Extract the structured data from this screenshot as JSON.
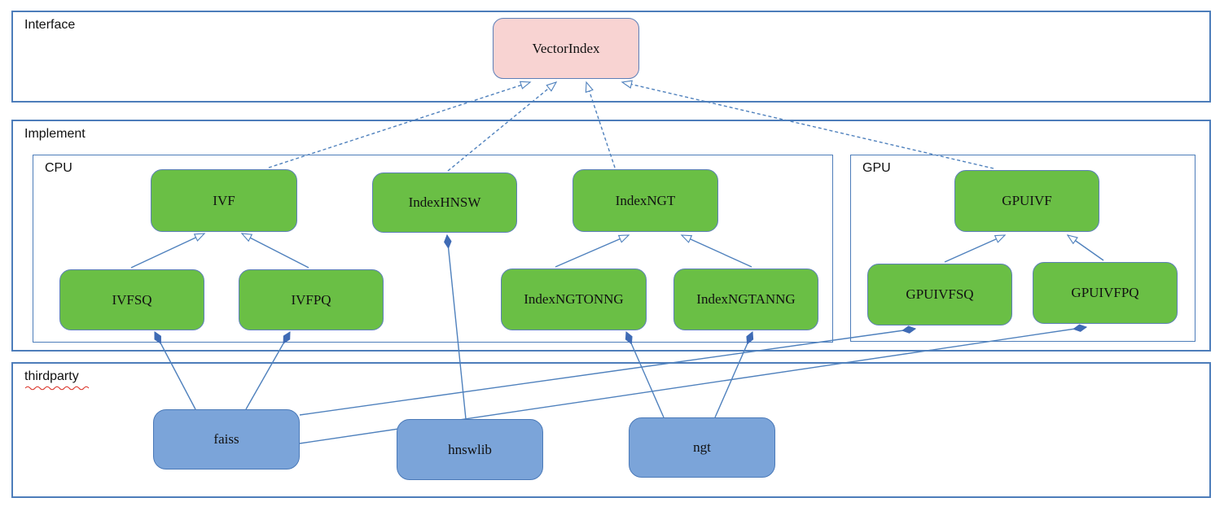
{
  "diagram": {
    "title": "VectorIndex architecture diagram",
    "containers": {
      "interface": {
        "label": "Interface"
      },
      "implement": {
        "label": "Implement"
      },
      "cpu": {
        "label": "CPU"
      },
      "gpu": {
        "label": "GPU"
      },
      "thirdparty": {
        "label": "thirdparty",
        "spellcheck_underline": true
      }
    },
    "nodes": {
      "VectorIndex": {
        "label": "VectorIndex",
        "kind": "interface"
      },
      "IVF": {
        "label": "IVF",
        "kind": "class"
      },
      "IndexHNSW": {
        "label": "IndexHNSW",
        "kind": "class"
      },
      "IndexNGT": {
        "label": "IndexNGT",
        "kind": "class"
      },
      "IVFSQ": {
        "label": "IVFSQ",
        "kind": "class"
      },
      "IVFPQ": {
        "label": "IVFPQ",
        "kind": "class"
      },
      "IndexNGTONNG": {
        "label": "IndexNGTONNG",
        "kind": "class"
      },
      "IndexNGTANNG": {
        "label": "IndexNGTANNG",
        "kind": "class"
      },
      "GPUIVF": {
        "label": "GPUIVF",
        "kind": "class"
      },
      "GPUIVFSQ": {
        "label": "GPUIVFSQ",
        "kind": "class"
      },
      "GPUIVFPQ": {
        "label": "GPUIVFPQ",
        "kind": "class"
      },
      "faiss": {
        "label": "faiss",
        "kind": "thirdparty"
      },
      "hnswlib": {
        "label": "hnswlib",
        "kind": "thirdparty"
      },
      "ngt": {
        "label": "ngt",
        "kind": "thirdparty"
      }
    },
    "edges": [
      {
        "from": "IVF",
        "to": "VectorIndex",
        "type": "realization"
      },
      {
        "from": "IndexHNSW",
        "to": "VectorIndex",
        "type": "realization"
      },
      {
        "from": "IndexNGT",
        "to": "VectorIndex",
        "type": "realization"
      },
      {
        "from": "GPUIVF",
        "to": "VectorIndex",
        "type": "realization"
      },
      {
        "from": "IVFSQ",
        "to": "IVF",
        "type": "generalization"
      },
      {
        "from": "IVFPQ",
        "to": "IVF",
        "type": "generalization"
      },
      {
        "from": "IndexNGTONNG",
        "to": "IndexNGT",
        "type": "generalization"
      },
      {
        "from": "IndexNGTANNG",
        "to": "IndexNGT",
        "type": "generalization"
      },
      {
        "from": "GPUIVFSQ",
        "to": "GPUIVF",
        "type": "generalization"
      },
      {
        "from": "GPUIVFPQ",
        "to": "GPUIVF",
        "type": "generalization"
      },
      {
        "from": "hnswlib",
        "to": "IndexHNSW",
        "type": "composition"
      },
      {
        "from": "faiss",
        "to": "IVFSQ",
        "type": "composition"
      },
      {
        "from": "faiss",
        "to": "IVFPQ",
        "type": "composition"
      },
      {
        "from": "ngt",
        "to": "IndexNGTONNG",
        "type": "composition"
      },
      {
        "from": "ngt",
        "to": "IndexNGTANNG",
        "type": "composition"
      },
      {
        "from": "faiss",
        "to": "GPUIVFSQ",
        "type": "composition"
      },
      {
        "from": "faiss",
        "to": "GPUIVFPQ",
        "type": "composition"
      }
    ],
    "colors": {
      "interface_node_fill": "#f8d3d2",
      "class_node_fill": "#6abf45",
      "thirdparty_node_fill": "#7ba4d9",
      "node_border": "#5c7fb8",
      "thirdparty_node_border": "#4a79b8",
      "container_border": "#4d7dba",
      "edge_line": "#4f81bd",
      "diamond_fill": "#3f6bb5",
      "spellcheck_red": "#d93025"
    }
  }
}
